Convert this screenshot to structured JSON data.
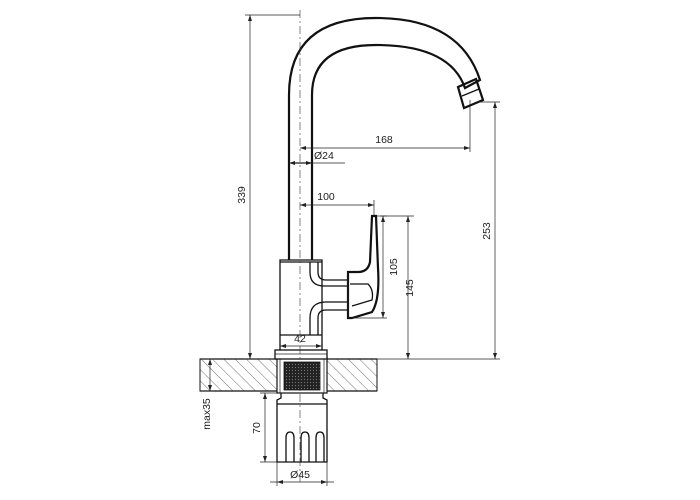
{
  "dimensions": {
    "total_height": "339",
    "spout_reach": "168",
    "spout_diameter": "Ø24",
    "lever_reach": "100",
    "spout_outlet_height": "253",
    "lever_height": "105",
    "body_height": "145",
    "base_width": "42",
    "max_countertop": "max35",
    "shank_length": "70",
    "shank_diameter": "Ø45"
  }
}
